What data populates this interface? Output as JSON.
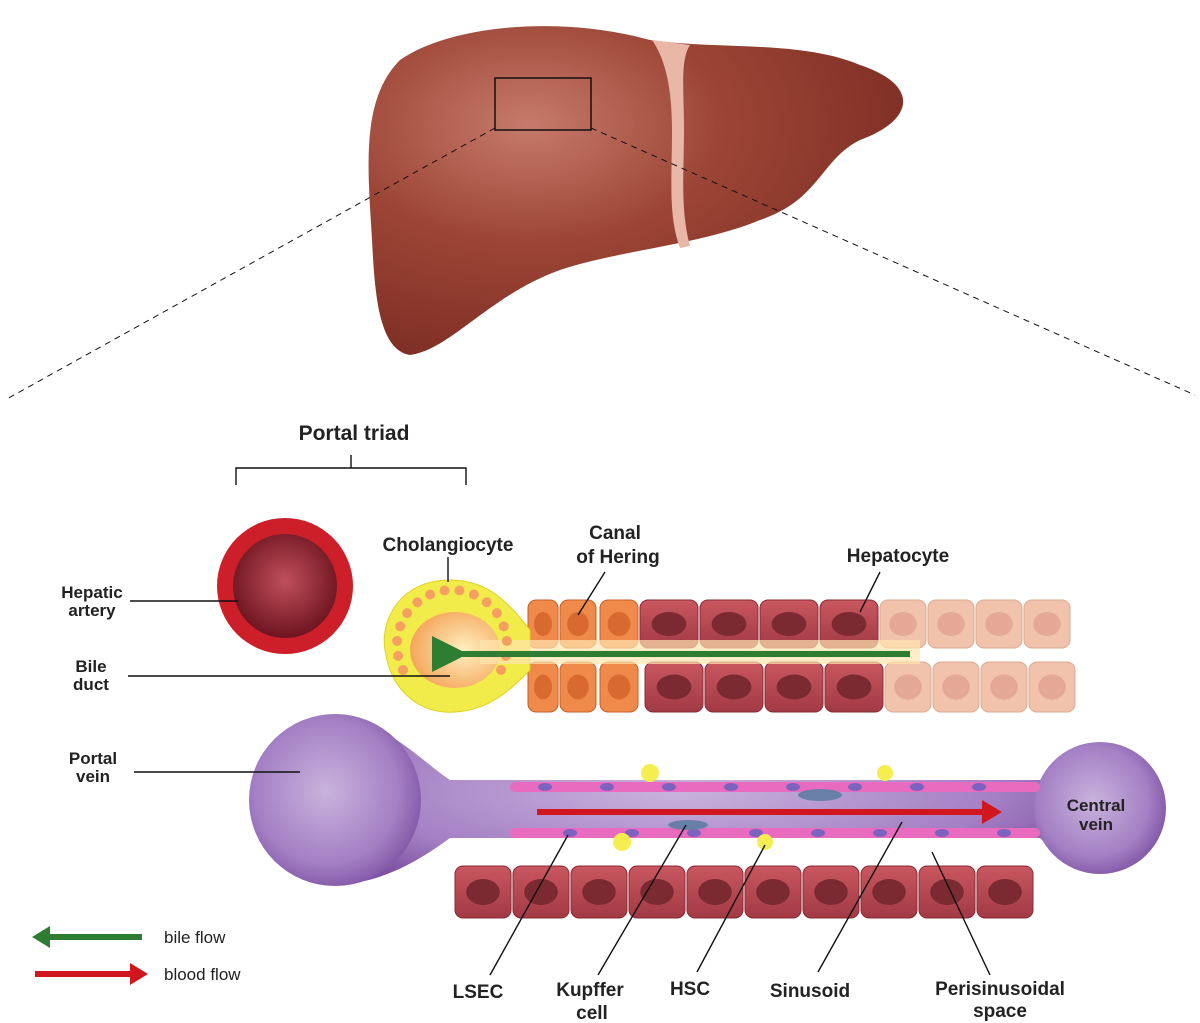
{
  "title": "Portal triad",
  "labels": {
    "hepatic_artery": [
      "Hepatic",
      "artery"
    ],
    "bile_duct": [
      "Bile",
      "duct"
    ],
    "portal_vein": [
      "Portal",
      "vein"
    ],
    "cholangiocyte": "Cholangiocyte",
    "canal_of_hering": [
      "Canal",
      "of Hering"
    ],
    "hepatocyte": "Hepatocyte",
    "central_vein": [
      "Central",
      "vein"
    ],
    "lsec": "LSEC",
    "kupffer_cell": [
      "Kupffer",
      "cell"
    ],
    "hsc": "HSC",
    "sinusoid": "Sinusoid",
    "perisinusoidal_space": [
      "Perisinusoidal",
      "space"
    ]
  },
  "legend": [
    {
      "label": "bile flow",
      "color": "#2e7d32",
      "direction": "left"
    },
    {
      "label": "blood flow",
      "color": "#d0171f",
      "direction": "right"
    }
  ],
  "colors": {
    "liver": "#8e3b2f",
    "ligament": "#e8b7a8",
    "artery": "#cc1f2a",
    "cholangiocyte": "#f2ec4a",
    "hepatocyte": "#b8454f",
    "vein": "#8e63b0",
    "lsec": "#e86bc0"
  }
}
